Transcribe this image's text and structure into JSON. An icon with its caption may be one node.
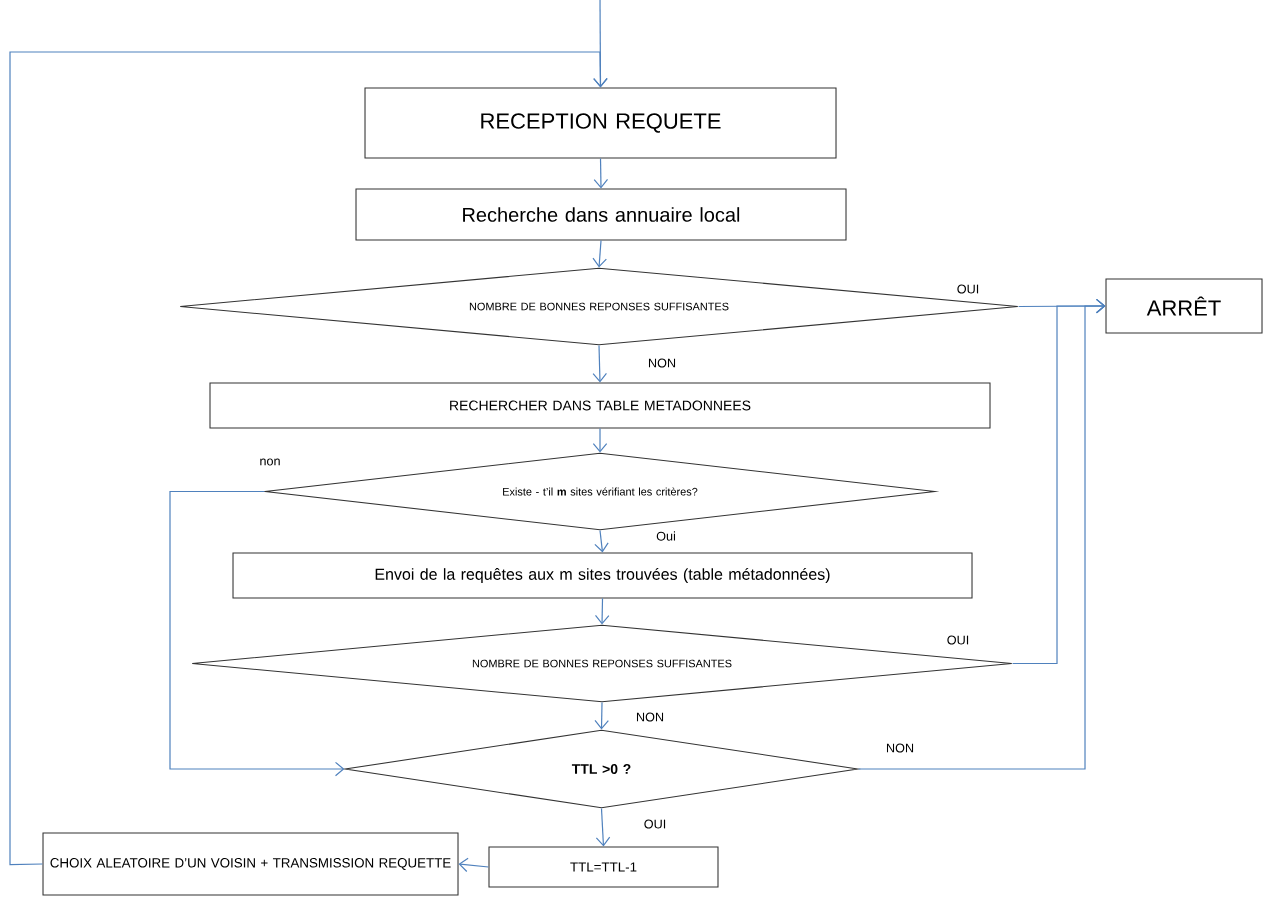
{
  "diagram": {
    "nodes": [
      {
        "text": [
          "RECEPTION REQUETE"
        ]
      },
      {
        "text": [
          "Recherche dans annuaire local"
        ]
      },
      {
        "text": [
          "NOMBRE DE BONNES REPONSES SUFFISANTES"
        ]
      },
      {
        "text": [
          "ARRÊT"
        ]
      },
      {
        "text": [
          "RECHERCHER DANS TABLE METADONNEES"
        ]
      },
      {
        "text": [
          "Existe - t’il **m** sites vérifiant les critères?"
        ]
      },
      {
        "text": [
          "Envoi de la requêtes aux m sites trouvées (table métadonnées)"
        ]
      },
      {
        "text": [
          "NOMBRE DE BONNES REPONSES SUFFISANTES"
        ]
      },
      {
        "text": [
          "TTL >0 ?"
        ]
      },
      {
        "text": [
          "TTL=TTL-1"
        ]
      },
      {
        "text": [
          "CHOIX ALEATOIRE D’UN VOISIN + TRANSMISSION REQUETTE"
        ]
      }
    ],
    "edges": [
      {
        "from": null,
        "to": 0,
        "arrow": "to"
      },
      {
        "from": 0,
        "to": 1,
        "arrow": "to"
      },
      {
        "from": 1,
        "to": 2,
        "arrow": "to"
      },
      {
        "from": 2,
        "to": 3,
        "arrow": "to",
        "label": "OUI"
      },
      {
        "from": 2,
        "to": 4,
        "arrow": "to",
        "label": "NON"
      },
      {
        "from": 4,
        "to": 5,
        "arrow": "to"
      },
      {
        "from": 5,
        "to": 6,
        "arrow": "to",
        "label": "Oui"
      },
      {
        "from": 5,
        "to": 8,
        "arrow": "to",
        "label": "non"
      },
      {
        "from": 6,
        "to": 7,
        "arrow": "to"
      },
      {
        "from": 7,
        "to": 3,
        "arrow": "to",
        "label": "OUI"
      },
      {
        "from": 7,
        "to": 8,
        "arrow": "to",
        "label": "NON"
      },
      {
        "from": 8,
        "to": 3,
        "arrow": "to",
        "label": "NON"
      },
      {
        "from": 8,
        "to": 9,
        "arrow": "to",
        "label": "OUI"
      },
      {
        "from": 9,
        "to": 10,
        "arrow": "to"
      },
      {
        "from": 10,
        "to": 0,
        "arrow": "to"
      }
    ]
  }
}
